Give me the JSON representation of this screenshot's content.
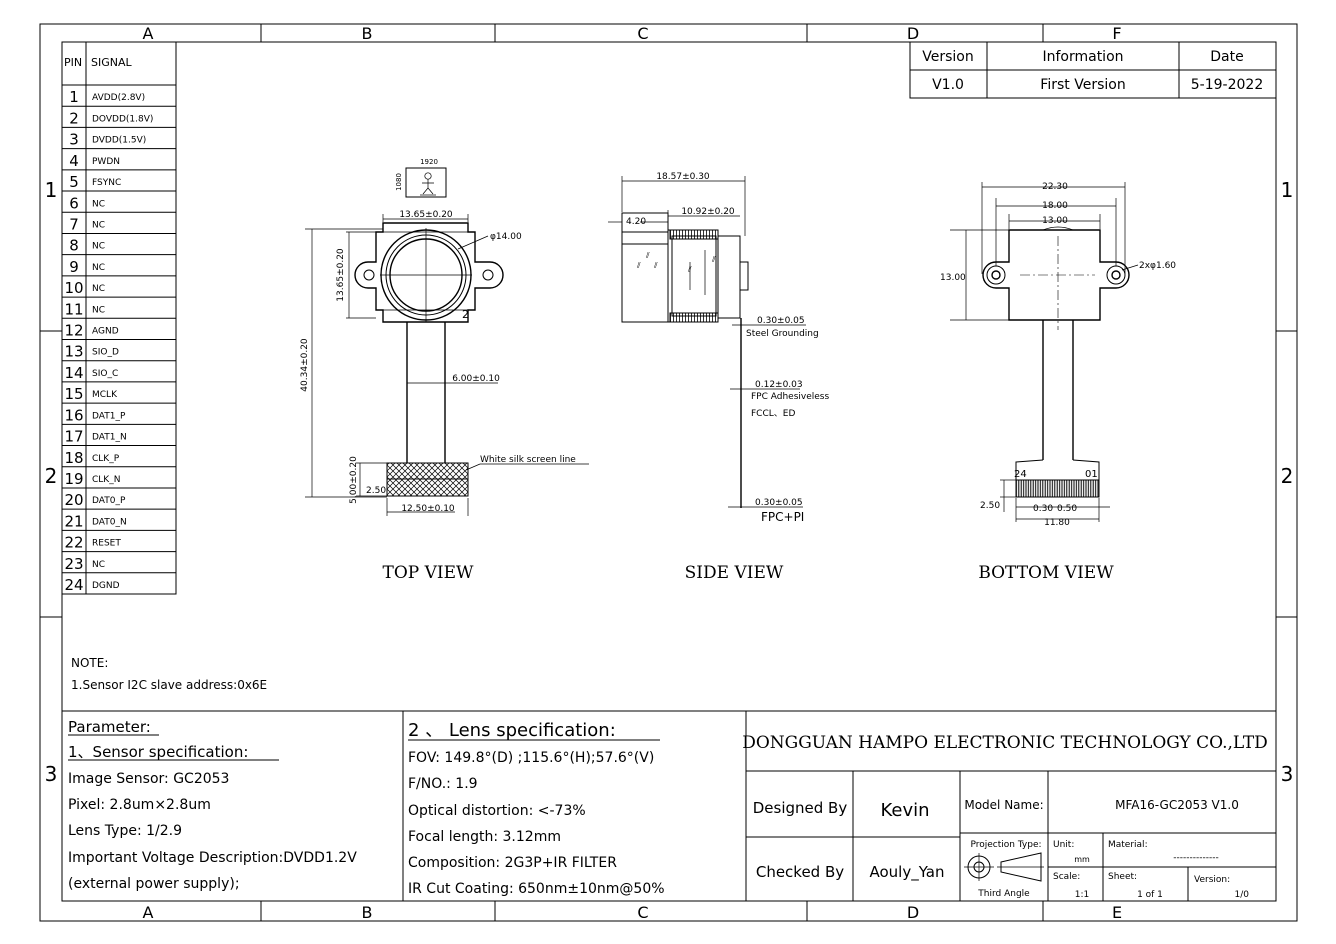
{
  "frame": {
    "top_zones": [
      "A",
      "B",
      "C",
      "D",
      "F"
    ],
    "bottom_zones": [
      "A",
      "B",
      "C",
      "D",
      "E"
    ],
    "left_rows": [
      "1",
      "2",
      "3"
    ],
    "right_rows": [
      "1",
      "2",
      "3"
    ]
  },
  "pin_table": {
    "header_pin": "PIN",
    "header_signal": "SIGNAL",
    "rows": [
      {
        "pin": "1",
        "signal": "AVDD(2.8V)"
      },
      {
        "pin": "2",
        "signal": "DOVDD(1.8V)"
      },
      {
        "pin": "3",
        "signal": "DVDD(1.5V)"
      },
      {
        "pin": "4",
        "signal": "PWDN"
      },
      {
        "pin": "5",
        "signal": "FSYNC"
      },
      {
        "pin": "6",
        "signal": "NC"
      },
      {
        "pin": "7",
        "signal": "NC"
      },
      {
        "pin": "8",
        "signal": "NC"
      },
      {
        "pin": "9",
        "signal": "NC"
      },
      {
        "pin": "10",
        "signal": "NC"
      },
      {
        "pin": "11",
        "signal": "NC"
      },
      {
        "pin": "12",
        "signal": "AGND"
      },
      {
        "pin": "13",
        "signal": "SIO_D"
      },
      {
        "pin": "14",
        "signal": "SIO_C"
      },
      {
        "pin": "15",
        "signal": "MCLK"
      },
      {
        "pin": "16",
        "signal": "DAT1_P"
      },
      {
        "pin": "17",
        "signal": "DAT1_N"
      },
      {
        "pin": "18",
        "signal": "CLK_P"
      },
      {
        "pin": "19",
        "signal": "CLK_N"
      },
      {
        "pin": "20",
        "signal": "DAT0_P"
      },
      {
        "pin": "21",
        "signal": "DAT0_N"
      },
      {
        "pin": "22",
        "signal": "RESET"
      },
      {
        "pin": "23",
        "signal": "NC"
      },
      {
        "pin": "24",
        "signal": "DGND"
      }
    ]
  },
  "revision_table": {
    "headers": [
      "Version",
      "Information",
      "Date"
    ],
    "row": [
      "V1.0",
      "First Version",
      "5-19-2022"
    ]
  },
  "top_view": {
    "label": "TOP VIEW",
    "orientation_w": "1920",
    "orientation_h": "1080",
    "dim_width": "13.65±0.20",
    "dim_height": "13.65±0.20",
    "dim_lens": "φ14.00",
    "dim_total": "40.34±0.20",
    "dim_fpc": "6.00±0.10",
    "dim_conn_w": "12.50±0.10",
    "dim_conn_h": "5.00±0.20",
    "dim_conn_gap": "2.50",
    "silk_note": "White silk screen line",
    "corner_mark": "2"
  },
  "side_view": {
    "label": "SIDE VIEW",
    "dim_total": "18.57±0.30",
    "dim_left": "4.20",
    "dim_barrel": "10.92±0.20",
    "dim_steel": "0.30±0.05",
    "note_steel": "Steel Grounding",
    "dim_fpc": "0.12±0.03",
    "note_fpc_1": "FPC Adhesiveless",
    "note_fpc_2": "FCCL、ED",
    "dim_pi": "0.30±0.05",
    "note_pi": "FPC+PI"
  },
  "bottom_view": {
    "label": "BOTTOM VIEW",
    "dim_outer": "22.30",
    "dim_mid": "18.00",
    "dim_inner": "13.00",
    "dim_height": "13.00",
    "dim_holes": "2xφ1.60",
    "pin_first": "24",
    "pin_last": "01",
    "dim_conn_h": "2.50",
    "dim_pitch_a": "0.30",
    "dim_pitch_b": "0.50",
    "dim_conn_w": "11.80"
  },
  "note": {
    "title": "NOTE:",
    "line1": "1.Sensor I2C slave address:0x6E"
  },
  "parameters": {
    "title": "Parameter:",
    "sensor_title": "1、Sensor specification:",
    "image_sensor": "Image Sensor:  GC2053",
    "pixel": "Pixel:  2.8um×2.8um",
    "lens_type": "Lens Type:  1/2.9",
    "voltage": "Important Voltage Description:DVDD1.2V",
    "voltage2": "(external power supply);"
  },
  "lens_spec": {
    "title": "2 、 Lens specification:",
    "fov": "FOV:  149.8°(D) ;115.6°(H);57.6°(V)",
    "fno": "F/NO.:  1.9",
    "distortion": "Optical distortion:  <-73%",
    "focal": "Focal length:  3.12mm",
    "composition": "Composition:  2G3P+IR FILTER",
    "ircut": "IR Cut Coating:  650nm±10nm@50%"
  },
  "title_block": {
    "company": "DONGGUAN HAMPO ELECTRONIC TECHNOLOGY CO.,LTD",
    "designed_label": "Designed By",
    "designed_name": "Kevin",
    "checked_label": "Checked By",
    "checked_name": "Aouly_Yan",
    "model_label": "Model Name:",
    "model_value": "MFA16-GC2053 V1.0",
    "projection_label": "Projection Type:",
    "projection_value": "Third Angle",
    "unit_label": "Unit:",
    "unit_value": "mm",
    "material_label": "Material:",
    "material_value": "--------------",
    "scale_label": "Scale:",
    "scale_value": "1:1",
    "sheet_label": "Sheet:",
    "sheet_value": "1 of 1",
    "version_label": "Version:",
    "version_value": "1/0"
  }
}
